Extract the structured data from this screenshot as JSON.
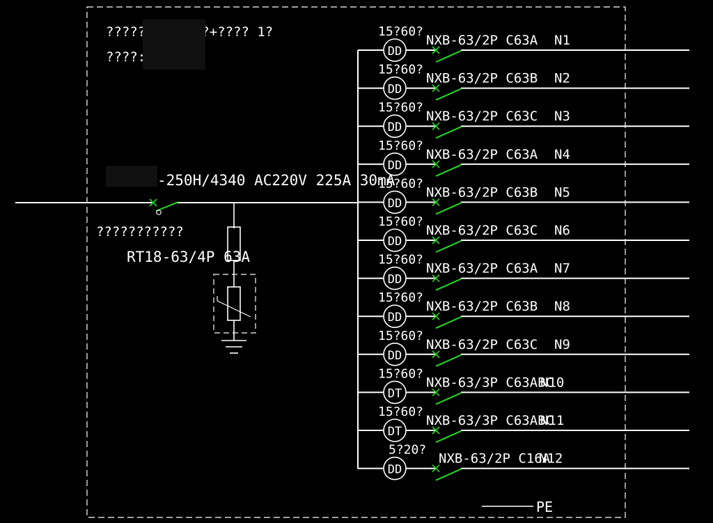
{
  "header": {
    "line1": "?????        2 ??10?+???? 1?",
    "line2": "????:          117"
  },
  "main_breaker": {
    "spec": "-250H/4340 AC220V 225A 30mA",
    "caption": "???????????"
  },
  "surge_protector": {
    "spec": "RT18-63/4P 63A"
  },
  "circuits": [
    {
      "meter_label": "15?60?",
      "meter_type": "DD",
      "breaker": "NXB-63/2P C63A",
      "name": "N1"
    },
    {
      "meter_label": "15?60?",
      "meter_type": "DD",
      "breaker": "NXB-63/2P C63B",
      "name": "N2"
    },
    {
      "meter_label": "15?60?",
      "meter_type": "DD",
      "breaker": "NXB-63/2P C63C",
      "name": "N3"
    },
    {
      "meter_label": "15?60?",
      "meter_type": "DD",
      "breaker": "NXB-63/2P C63A",
      "name": "N4"
    },
    {
      "meter_label": "15?60?",
      "meter_type": "DD",
      "breaker": "NXB-63/2P C63B",
      "name": "N5"
    },
    {
      "meter_label": "15?60?",
      "meter_type": "DD",
      "breaker": "NXB-63/2P C63C",
      "name": "N6"
    },
    {
      "meter_label": "15?60?",
      "meter_type": "DD",
      "breaker": "NXB-63/2P C63A",
      "name": "N7"
    },
    {
      "meter_label": "15?60?",
      "meter_type": "DD",
      "breaker": "NXB-63/2P C63B",
      "name": "N8"
    },
    {
      "meter_label": "15?60?",
      "meter_type": "DD",
      "breaker": "NXB-63/2P C63C",
      "name": "N9"
    },
    {
      "meter_label": "15?60?",
      "meter_type": "DT",
      "breaker": "NXB-63/3P C63ABC",
      "name": "N10"
    },
    {
      "meter_label": "15?60?",
      "meter_type": "DT",
      "breaker": "NXB-63/3P C63ABC",
      "name": "N11"
    },
    {
      "meter_label": "5?20?",
      "meter_type": "DD",
      "breaker": "NXB-63/2P C16A",
      "name": "N12"
    }
  ],
  "pe_label": "PE",
  "colors": {
    "background": "#000000",
    "line": "#ffffff",
    "switch": "#22dd22"
  }
}
